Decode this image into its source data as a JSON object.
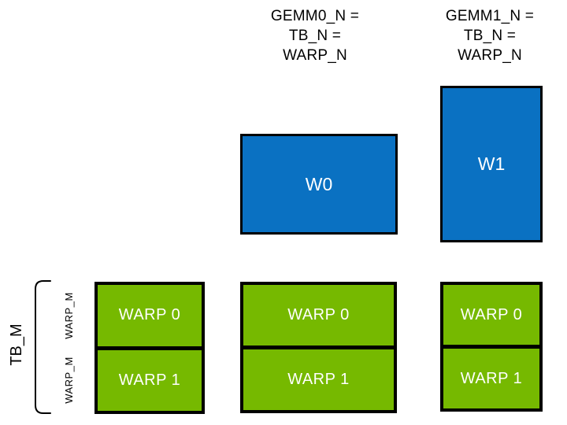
{
  "colors": {
    "blue": "#0a71c2",
    "green": "#76b900",
    "outline": "#000000",
    "label_text": "#ffffff",
    "annotation_text": "#000000"
  },
  "headers": [
    {
      "line1": "GEMM0_N =",
      "line2": "TB_N =",
      "line3": "WARP_N"
    },
    {
      "line1": "GEMM1_N =",
      "line2": "TB_N =",
      "line3": "WARP_N"
    }
  ],
  "warp_tiles": [
    {
      "label": "W0"
    },
    {
      "label": "W1"
    }
  ],
  "thread_block_columns": [
    {
      "rows": [
        {
          "label": "WARP 0"
        },
        {
          "label": "WARP 1"
        }
      ]
    },
    {
      "rows": [
        {
          "label": "WARP 0"
        },
        {
          "label": "WARP 1"
        }
      ]
    },
    {
      "rows": [
        {
          "label": "WARP 0"
        },
        {
          "label": "WARP 1"
        }
      ]
    }
  ],
  "left_axis": {
    "bracket_label": "TB_M",
    "row_labels": [
      {
        "label": "WARP_M"
      },
      {
        "label": "WARP_M"
      }
    ]
  }
}
